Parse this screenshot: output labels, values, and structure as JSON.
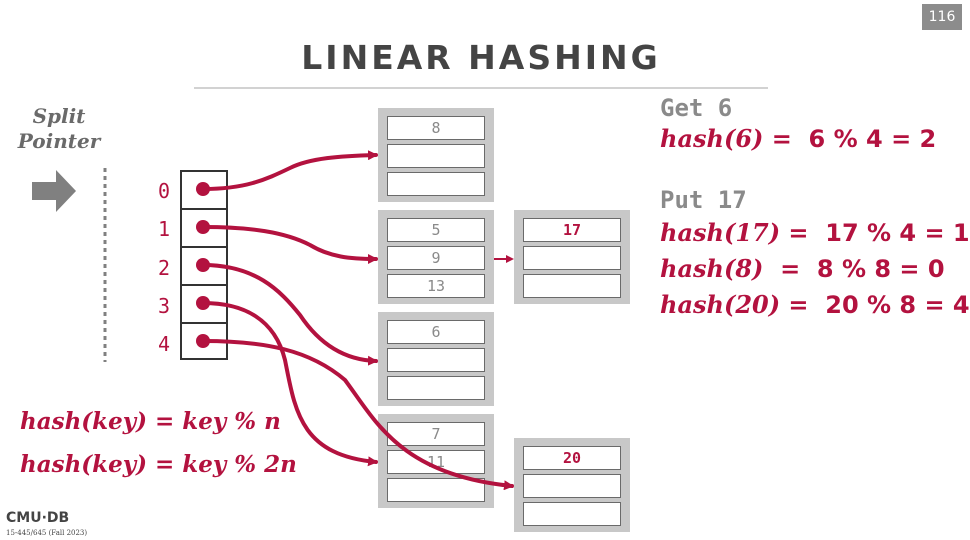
{
  "slide_number": "116",
  "title": "LINEAR HASHING",
  "split_pointer": {
    "line1": "Split",
    "line2": "Pointer"
  },
  "directory": {
    "indices": [
      "0",
      "1",
      "2",
      "3",
      "4"
    ]
  },
  "buckets": {
    "b0": [
      "8",
      "",
      ""
    ],
    "b1": [
      "5",
      "9",
      "13"
    ],
    "overflow1": [
      "17",
      "",
      ""
    ],
    "b2": [
      "6",
      "",
      ""
    ],
    "b3": [
      "7",
      "11",
      ""
    ],
    "b4": [
      "20",
      "",
      ""
    ]
  },
  "ops": {
    "get_label": "Get 6",
    "get_hash_lhs": "hash(6)",
    "get_hash_rhs": " =  6 % 4 = 2",
    "put_label": "Put 17",
    "put_hash1_lhs": "hash(17)",
    "put_hash1_rhs": " =  17 % 4 = 1",
    "put_hash2_lhs": "hash(8)",
    "put_hash2_rhs": "  =  8 % 8 = 0",
    "put_hash3_lhs": "hash(20)",
    "put_hash3_rhs": " =  20 % 8 = 4"
  },
  "formulas": {
    "f1": "hash(key) = key % n",
    "f2": "hash(key) = key % 2n"
  },
  "footer": {
    "logo": "CMU·DB",
    "course": "15-445/645 (Fall 2023)"
  },
  "colors": {
    "accent": "#b3123f",
    "title": "#444444",
    "bucket_fill": "#c8c8c8",
    "arrow_gray": "#808080"
  },
  "icons": {
    "split_arrow": "right-arrow-icon"
  }
}
